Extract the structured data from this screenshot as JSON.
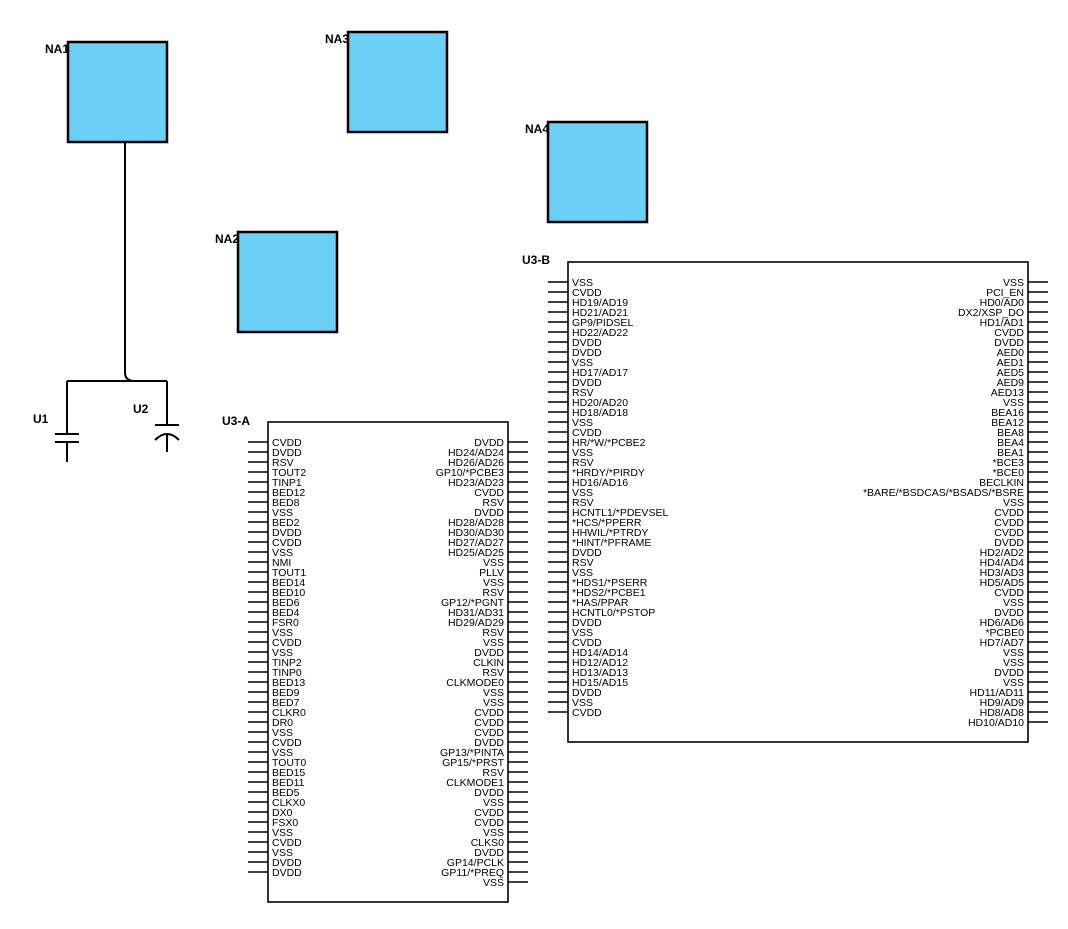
{
  "colors": {
    "na_fill": "#6ccff6",
    "stroke": "#000000",
    "background": "#ffffff"
  },
  "na_blocks": [
    {
      "id": "NA1",
      "label": "NA1"
    },
    {
      "id": "NA3",
      "label": "NA3"
    },
    {
      "id": "NA4",
      "label": "NA4"
    },
    {
      "id": "NA2",
      "label": "NA2"
    }
  ],
  "capacitors": [
    {
      "id": "U1",
      "label": "U1",
      "kind": "nonpolar"
    },
    {
      "id": "U2",
      "label": "U2",
      "kind": "polarized"
    }
  ],
  "chips": [
    {
      "id": "U3-A",
      "label": "U3-A",
      "left_pins": [
        "CVDD",
        "DVDD",
        "RSV",
        "TOUT2",
        "TINP1",
        "BED12",
        "BED8",
        "VSS",
        "BED2",
        "DVDD",
        "CVDD",
        "VSS",
        "NMI",
        "TOUT1",
        "BED14",
        "BED10",
        "BED6",
        "BED4",
        "FSR0",
        "VSS",
        "CVDD",
        "VSS",
        "TINP2",
        "TINP0",
        "BED13",
        "BED9",
        "BED7",
        "CLKR0",
        "DR0",
        "VSS",
        "CVDD",
        "VSS",
        "TOUT0",
        "BED15",
        "BED11",
        "BED5",
        "CLKX0",
        "DX0",
        "FSX0",
        "VSS",
        "CVDD",
        "VSS",
        "DVDD",
        "DVDD"
      ],
      "right_pins": [
        "DVDD",
        "HD24/AD24",
        "HD26/AD26",
        "GP10/*PCBE3",
        "HD23/AD23",
        "CVDD",
        "RSV",
        "DVDD",
        "HD28/AD28",
        "HD30/AD30",
        "HD27/AD27",
        "HD25/AD25",
        "VSS",
        "PLLV",
        "VSS",
        "RSV",
        "GP12/*PGNT",
        "HD31/AD31",
        "HD29/AD29",
        "RSV",
        "VSS",
        "DVDD",
        "CLKIN",
        "RSV",
        "CLKMODE0",
        "VSS",
        "VSS",
        "CVDD",
        "CVDD",
        "CVDD",
        "DVDD",
        "GP13/*PINTA",
        "GP15/*PRST",
        "RSV",
        "CLKMODE1",
        "DVDD",
        "VSS",
        "CVDD",
        "CVDD",
        "VSS",
        "CLKS0",
        "DVDD",
        "GP14/PCLK",
        "GP11/*PREQ",
        "VSS"
      ]
    },
    {
      "id": "U3-B",
      "label": "U3-B",
      "left_pins": [
        "VSS",
        "CVDD",
        "HD19/AD19",
        "HD21/AD21",
        "GP9/PIDSEL",
        "HD22/AD22",
        "DVDD",
        "DVDD",
        "VSS",
        "HD17/AD17",
        "DVDD",
        "RSV",
        "HD20/AD20",
        "HD18/AD18",
        "VSS",
        "CVDD",
        "HR/*W/*PCBE2",
        "VSS",
        "RSV",
        "*HRDY/*PIRDY",
        "HD16/AD16",
        "VSS",
        "RSV",
        "HCNTL1/*PDEVSEL",
        "*HCS/*PPERR",
        "HHWIL/*PTRDY",
        "*HINT/*PFRAME",
        "DVDD",
        "RSV",
        "VSS",
        "*HDS1/*PSERR",
        "*HDS2/*PCBE1",
        "*HAS/PPAR",
        "HCNTL0/*PSTOP",
        "DVDD",
        "VSS",
        "CVDD",
        "HD14/AD14",
        "HD12/AD12",
        "HD13/AD13",
        "HD15/AD15",
        "DVDD",
        "VSS",
        "CVDD"
      ],
      "right_pins": [
        "VSS",
        "PCI_EN",
        "HD0/AD0",
        "DX2/XSP_DO",
        "HD1/AD1",
        "CVDD",
        "DVDD",
        "AED0",
        "AED1",
        "AED5",
        "AED9",
        "AED13",
        "VSS",
        "BEA16",
        "BEA12",
        "BEA8",
        "BEA4",
        "BEA1",
        "*BCE3",
        "*BCE0",
        "BECLKIN",
        "*BARE/*BSDCAS/*BSADS/*BSRE",
        "VSS",
        "CVDD",
        "CVDD",
        "CVDD",
        "DVDD",
        "HD2/AD2",
        "HD4/AD4",
        "HD3/AD3",
        "HD5/AD5",
        "CVDD",
        "VSS",
        "DVDD",
        "HD6/AD6",
        "*PCBE0",
        "HD7/AD7",
        "VSS",
        "VSS",
        "DVDD",
        "VSS",
        "HD11/AD11",
        "HD9/AD9",
        "HD8/AD8",
        "HD10/AD10"
      ]
    }
  ]
}
